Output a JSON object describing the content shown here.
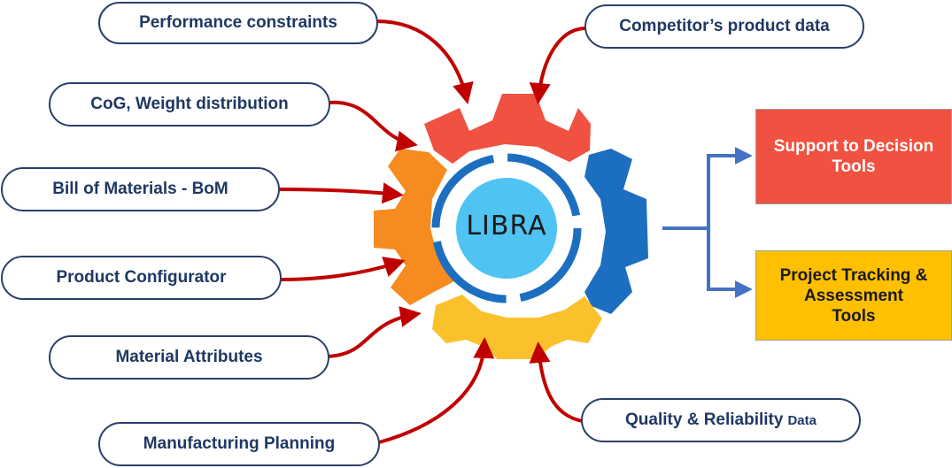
{
  "inputs": [
    {
      "id": "perf",
      "label": "Performance constraints",
      "suffix": ""
    },
    {
      "id": "comp",
      "label": "Competitor’s product data",
      "suffix": ""
    },
    {
      "id": "cog",
      "label": "CoG, Weight distribution",
      "suffix": ""
    },
    {
      "id": "bom",
      "label": "Bill of Materials - BoM",
      "suffix": ""
    },
    {
      "id": "config",
      "label": "Product Configurator",
      "suffix": ""
    },
    {
      "id": "material",
      "label": "Material Attributes",
      "suffix": ""
    },
    {
      "id": "mfg",
      "label": "Manufacturing Planning",
      "suffix": ""
    },
    {
      "id": "quality",
      "label": "Quality & Reliability",
      "suffix": "Data"
    }
  ],
  "core": {
    "label": "LIBRA"
  },
  "outputs": [
    {
      "id": "decision",
      "label": "Support to Decision\nTools"
    },
    {
      "id": "tracking",
      "label": "Project Tracking &\nAssessment\nTools"
    }
  ],
  "colors": {
    "gear_top": "#f05140",
    "gear_left": "#f68b1f",
    "gear_right": "#1c6fc0",
    "gear_bottom": "#fbc12d",
    "ring": "#1c6fc0",
    "core": "#4fc3f2",
    "arrow_input": "#c00000",
    "arrow_output": "#4472c4",
    "pill_border": "#2a3f6b",
    "pill_text": "#1f3864",
    "output_decision": "#f05140",
    "output_tracking": "#ffc000"
  }
}
